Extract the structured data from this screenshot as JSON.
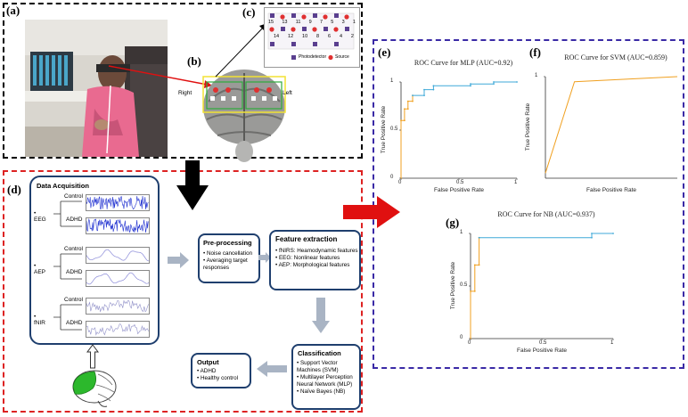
{
  "panels": {
    "a": "(a)",
    "b": "(b)",
    "c": "(c)",
    "d": "(d)",
    "e": "(e)",
    "f": "(f)",
    "g": "(g)"
  },
  "brain": {
    "right": "Right",
    "left": "Left"
  },
  "probe_layout": {
    "row1": [
      "15",
      "13",
      "11",
      "9",
      "7",
      "5",
      "3",
      "1"
    ],
    "row2": [
      "14",
      "12",
      "10",
      "8",
      "6",
      "4",
      "2"
    ],
    "legend_detector": "Photodetector",
    "legend_source": "Source"
  },
  "acquisition": {
    "title": "Data Acquisition",
    "signals": [
      {
        "name": "EEG",
        "control": "Control",
        "adhd": "ADHD"
      },
      {
        "name": "AEP",
        "control": "Control",
        "adhd": "ADHD"
      },
      {
        "name": "fNIR",
        "control": "Control",
        "adhd": "ADHD"
      }
    ]
  },
  "preprocessing": {
    "title": "Pre-processing",
    "items": [
      "Noise cancellation",
      "Averaging target responses"
    ]
  },
  "features": {
    "title": "Feature extraction",
    "items": [
      "fNIRS: Heamodynamic  features",
      "EEG: Nonlinear  features",
      "AEP: Morphological features"
    ]
  },
  "classification": {
    "title": "Classification",
    "items": [
      "Support Vector Machines (SVM)",
      "Multilayer Perception  Neural Network (MLP)",
      "Naïve Bayes (NB)"
    ]
  },
  "output": {
    "title": "Output",
    "items": [
      "ADHD",
      "Healthy control"
    ]
  },
  "chart_data": [
    {
      "type": "line",
      "title": "ROC Curve for MLP (AUC=0.92)",
      "xlabel": "False Positive Rate",
      "ylabel": "True Positive Rate",
      "xlim": [
        0,
        1
      ],
      "ylim": [
        0,
        1
      ],
      "x_ticks": [
        "0",
        "0.5",
        "1"
      ],
      "y_ticks": [
        "0",
        "0.5",
        "1"
      ],
      "series": [
        {
          "color": "#f0a020",
          "x": [
            0,
            0,
            0.03,
            0.03,
            0.06,
            0.06,
            0.1,
            0.1
          ],
          "y": [
            0,
            0.6,
            0.6,
            0.72,
            0.72,
            0.8,
            0.8,
            0.86
          ]
        },
        {
          "color": "#3fa9d8",
          "x": [
            0.1,
            0.2,
            0.2,
            0.28,
            0.28,
            0.6,
            0.6,
            0.8,
            0.8,
            1
          ],
          "y": [
            0.86,
            0.86,
            0.92,
            0.92,
            0.96,
            0.96,
            0.98,
            0.98,
            1,
            1
          ]
        }
      ]
    },
    {
      "type": "line",
      "title": "ROC Curve for SVM (AUC=0.859)",
      "xlabel": "False Positive Rate",
      "ylabel": "True Positive Rate",
      "xlim": [
        0,
        1
      ],
      "ylim": [
        0,
        1
      ],
      "x_ticks": [],
      "y_ticks": [
        "1"
      ],
      "series": [
        {
          "color": "#f0a020",
          "x": [
            0,
            0.22,
            1
          ],
          "y": [
            0.05,
            0.95,
            1
          ]
        }
      ]
    },
    {
      "type": "line",
      "title": "ROC Curve for NB (AUC=0.937)",
      "xlabel": "False Positive Rate",
      "ylabel": "True Positive Rate",
      "xlim": [
        0,
        1
      ],
      "ylim": [
        0,
        1
      ],
      "x_ticks": [
        "0",
        "0.5",
        "1"
      ],
      "y_ticks": [
        "0",
        "0.5",
        "1"
      ],
      "series": [
        {
          "color": "#f0a020",
          "x": [
            0,
            0,
            0.03,
            0.03,
            0.06,
            0.06
          ],
          "y": [
            0,
            0.45,
            0.45,
            0.7,
            0.7,
            0.96
          ]
        },
        {
          "color": "#3fa9d8",
          "x": [
            0.06,
            0.85,
            0.85,
            1
          ],
          "y": [
            0.96,
            0.96,
            1,
            1
          ]
        }
      ]
    }
  ]
}
